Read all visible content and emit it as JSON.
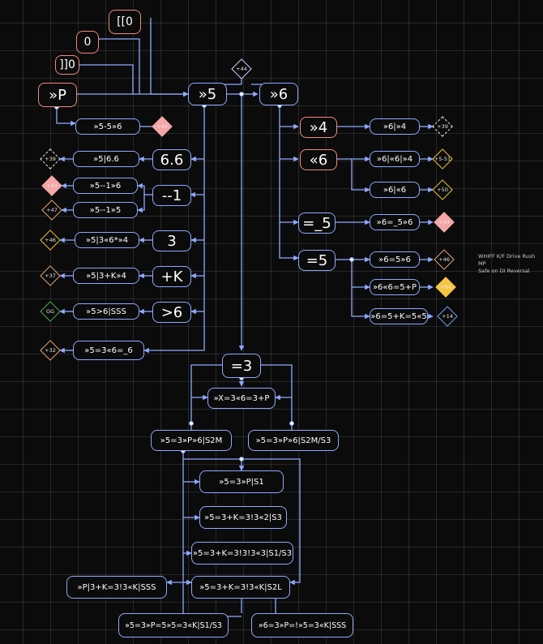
{
  "diagram": {
    "nodes": {
      "start_bracket": "[[0",
      "zero": "0",
      "bracket_zero": "]]0",
      "p": "»P",
      "n5": "»5",
      "n6": "»6",
      "p_56": "»5-5»6",
      "n5_66": "»5|6.6",
      "n5_1_6": "»5--1»6",
      "n5_1_5": "»5--1»5",
      "n5_36": "»5|3«6*»4",
      "n5_3k": "»5|3+K»4",
      "n5_6sss": "»5>6|SSS",
      "n5_36_6": "»5=3«6=_6",
      "v66": "6.6",
      "v_1": "--1",
      "v3": "3",
      "vk": "+K",
      "v_gt6": ">6",
      "b4": "»4",
      "b6": "«6",
      "b_5": "=_5",
      "b5": "=5",
      "r64": "»6|»4",
      "r6_6_4": "»6|«6|»4",
      "r6_6": "»6|«6",
      "r6_5_6": "»6=_5»6",
      "r6_5": "»6=5»6",
      "r6_6_5p": "»6«6=5+P",
      "r6_5k": "»6=5+K=5«5",
      "c3": "=3",
      "cx": "»X=3«6=3+P",
      "cm": "»5=3»P»6|S2M",
      "cm3": "»5=3»P»6|S2M/S3",
      "s1": "»5=3»P|S1",
      "s3": "»5=3+K=3!3«2|S3",
      "s13": "»5=3+K=3!3!3«3|S1/S3",
      "s2l": "»5=3+K=3!3«K|S2L",
      "psss": "»P|3+K=3!3«K|SSS",
      "fin1": "»5=3»P=5»5=3«K|S1/S3",
      "fin2": "»6=3»P=!»5=3«K|SSS"
    },
    "badges": {
      "junction": "+44",
      "d_p56": "+44",
      "d_39a": "+39",
      "d_44": "+44",
      "d_47": "+47",
      "d_46": "+46",
      "d_37": "+37",
      "d_gg": "GG",
      "d_32": "+32",
      "d_r39": "+39",
      "d_r51": "+5-51",
      "d_r50": "+50",
      "d_r44": "+44",
      "d_r46": "+46",
      "d_r84": "+84",
      "d_r14": "+14"
    },
    "note": [
      "WHIFF K/F Drive Rush MP",
      "Safe on DI Reversal"
    ]
  },
  "colors": {
    "background": "#0b0b0b",
    "grid": "#2b2b2b",
    "edge": "#8fa9ff",
    "node_border": "#8fa9ff",
    "start_border": "#f08a7e",
    "badge_orange": "#e8a777",
    "badge_pink": "#f5a6a6",
    "badge_yellow": "#f5c542",
    "badge_blue": "#7aa0ff",
    "badge_green": "#4caf50",
    "badge_white": "#e6e6e6"
  }
}
